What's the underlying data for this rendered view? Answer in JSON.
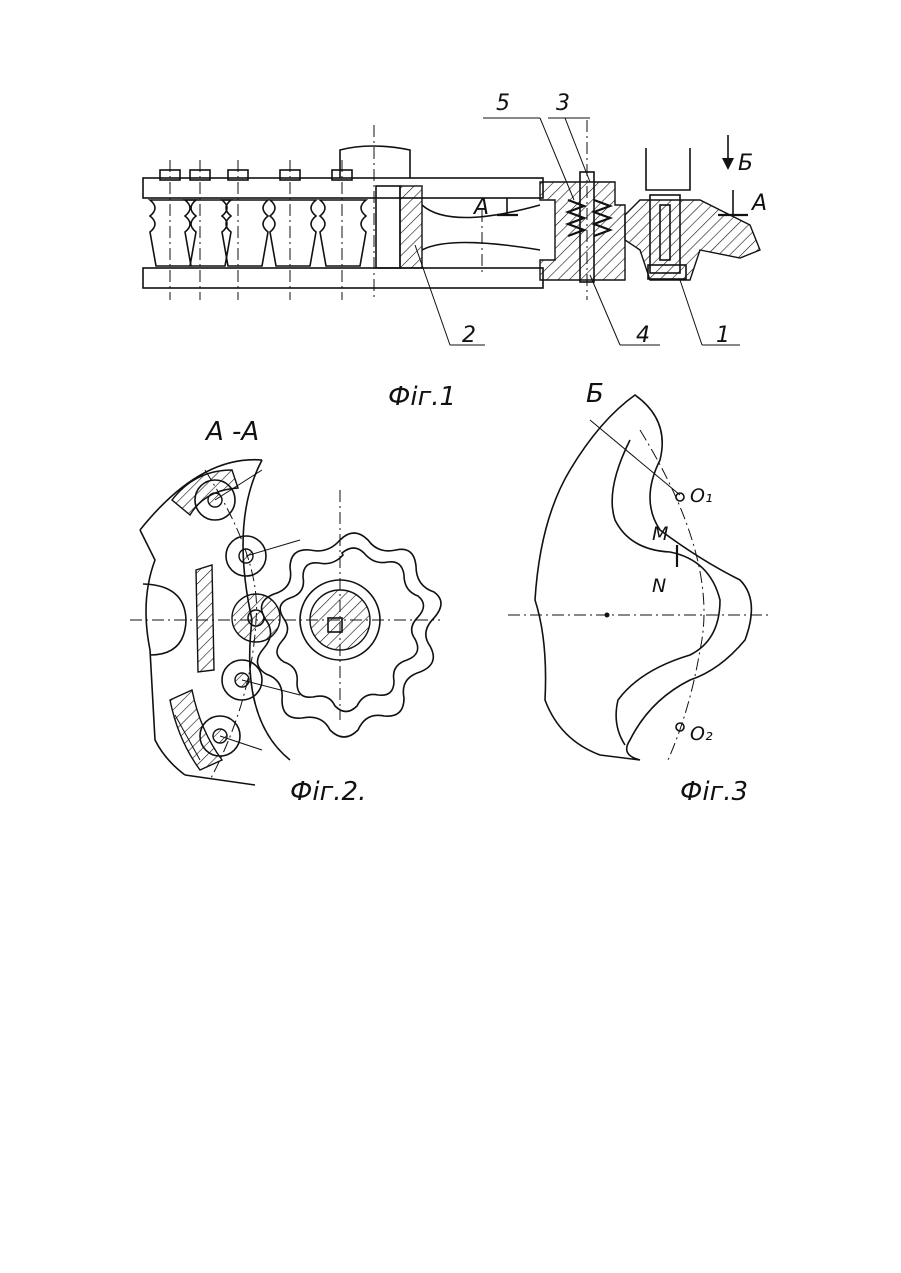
{
  "fig1": {
    "caption": "Фiг.1",
    "callouts": [
      "5",
      "3",
      "2",
      "4",
      "1"
    ],
    "section_a_left": "A",
    "section_a_right": "A",
    "view_b": "Б"
  },
  "fig2": {
    "caption": "Фiг.2.",
    "section_title": "A -A"
  },
  "fig3": {
    "caption": "Фiг.3",
    "view_title": "Б",
    "points": {
      "o1": "O₁",
      "m": "M",
      "n": "N",
      "o2": "O₂"
    }
  }
}
